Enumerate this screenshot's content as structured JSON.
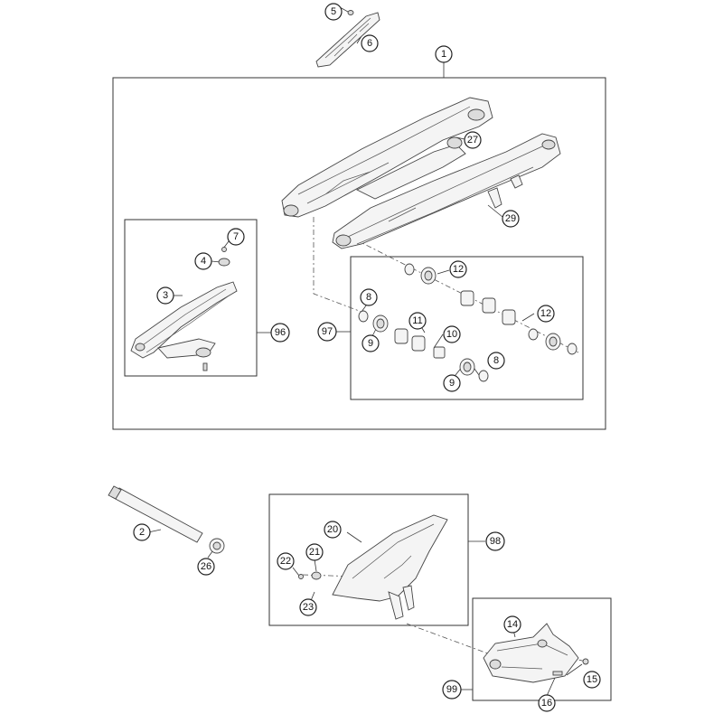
{
  "callouts": {
    "c1": "1",
    "c2": "2",
    "c3": "3",
    "c4": "4",
    "c5": "5",
    "c6": "6",
    "c7": "7",
    "c8a": "8",
    "c8b": "8",
    "c9a": "9",
    "c9b": "9",
    "c10": "10",
    "c11": "11",
    "c12a": "12",
    "c12b": "12",
    "c14": "14",
    "c15": "15",
    "c16": "16",
    "c20": "20",
    "c21": "21",
    "c22": "22",
    "c23": "23",
    "c26": "26",
    "c27": "27",
    "c29": "29",
    "c96": "96",
    "c97": "97",
    "c98": "98",
    "c99": "99"
  },
  "colors": {
    "line": "#333333",
    "part_fill": "#f4f4f4",
    "background": "#ffffff"
  }
}
